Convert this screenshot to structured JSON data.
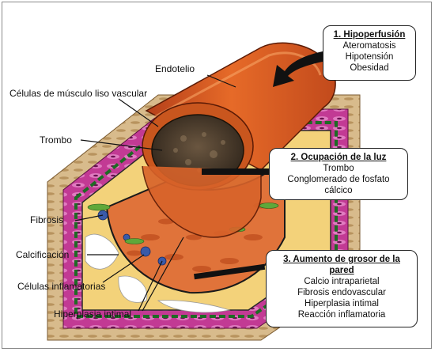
{
  "labels": {
    "endotelio": "Endotelio",
    "celulas_musculo": "Células de músculo liso vascular",
    "trombo": "Trombo",
    "fibrosis": "Fibrosis",
    "calcificacion": "Calcificación",
    "celulas_inflamatorias": "Células inflamatorias",
    "hiperplasia": "Hiperplasia intimal"
  },
  "boxes": [
    {
      "title": "1. Hipoperfusión",
      "items": [
        "Ateromatosis",
        "Hipotensión",
        "Obesidad"
      ]
    },
    {
      "title": "2. Ocupación de la luz",
      "items": [
        "Trombo",
        "Conglomerado de fosfato",
        "cálcico"
      ]
    },
    {
      "title": "3. Aumento de grosor de la",
      "title2": "pared",
      "items": [
        "Calcio intraparietal",
        "Fibrosis endovascular",
        "Hiperplasia intimal",
        "Reacción inflamatoria"
      ]
    }
  ],
  "colors": {
    "vessel": "#d4561e",
    "vessel_light": "#f08a3c",
    "thrombus": "#4a3a2c",
    "media": "#b8338f",
    "adventitia": "#d9b98a",
    "intima_green": "#4f9a3a"
  }
}
